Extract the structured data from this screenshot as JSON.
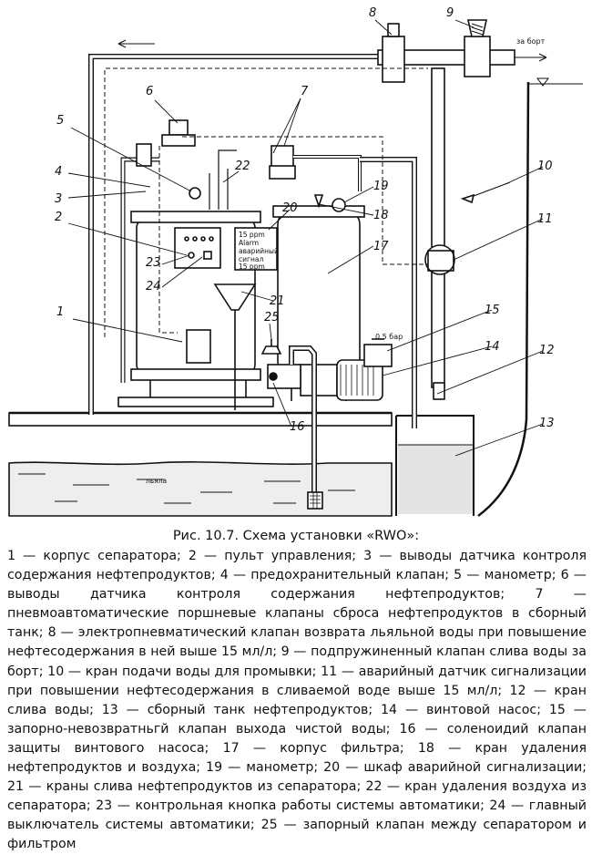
{
  "figure": {
    "caption": "Рис. 10.7. Схема установки «RWO»:",
    "legend": "1 — корпус сепаратора; 2 — пульт управления; 3 — выводы датчика контроля содержания нефтепродуктов; 4 — предохранительный клапан; 5 — манометр; 6 — выводы датчика контроля содержания нефтепродуктов; 7 — пневмоавтоматические поршневые клапаны сброса нефтепродуктов в сборный танк; 8 — электропневматический клапан возврата льяльной воды при повышение нефтесодержания в ней выше 15 мл/л; 9 — подпружиненный клапан слива воды за борт; 10 — кран подачи воды для промывки; 11 — аварийный датчик сигнализации при повышении нефтесодержания в сливаемой воде выше 15 мл/л; 12 — кран слива воды; 13 — сборный танк нефтепродуктов; 14 — винтовой насос; 15 — запорно-невозвратньгй клапан выхода чистой воды; 16 — соленоидий клапан защиты винтового насоса; 17 — корпус фильтра; 18 — кран удаления нефтепродуктов и воздуха; 19 — манометр; 20 — шкаф аварийной сигнализации; 21 — краны слива нефтепродуктов из сепаратора; 22 — кран удаления воздуха из сепаратора; 23 — контрольная кнопка работы системы автоматики; 24 — главный выключатель системы автоматики; 25 — запорный клапан между сепаратором и фильтром"
  },
  "diagram": {
    "callouts": [
      "1",
      "2",
      "3",
      "4",
      "5",
      "6",
      "7",
      "8",
      "9",
      "10",
      "11",
      "12",
      "13",
      "14",
      "15",
      "16",
      "17",
      "18",
      "19",
      "20",
      "21",
      "22",
      "23",
      "24",
      "25"
    ],
    "texts": {
      "overboard": "за борт",
      "pressure": "0,5 бар",
      "alarm_line1": "15 ppm",
      "alarm_line2": "Alarm",
      "alarm_line3": "аварийный",
      "alarm_line4": "сигнал",
      "alarm_line5": "15 ppm",
      "bilge": "льяла"
    }
  }
}
